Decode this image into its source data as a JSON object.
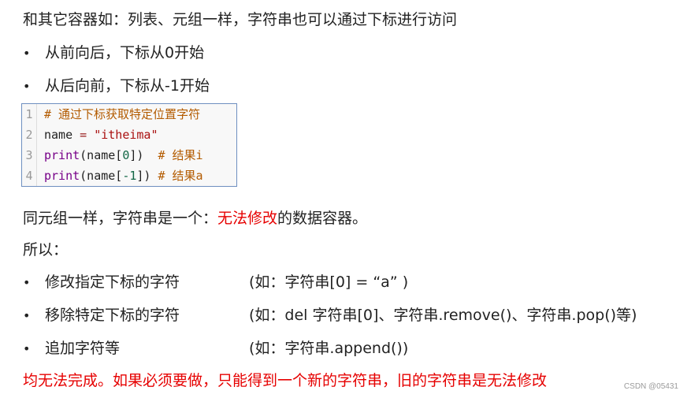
{
  "intro": "和其它容器如：列表、元组一样，字符串也可以通过下标进行访问",
  "index_bullets": [
    {
      "bullet": "•",
      "text": "从前向后，下标从0开始"
    },
    {
      "bullet": "•",
      "text": "从后向前，下标从-1开始"
    }
  ],
  "code": {
    "lines": [
      {
        "num": "1",
        "comment": "# 通过下标获取特定位置字符"
      },
      {
        "num": "2",
        "var": "name",
        "op": " = ",
        "string": "\"itheima\""
      },
      {
        "num": "3",
        "func": "print",
        "open": "(name[",
        "number": "0",
        "close": "])",
        "spaces": "  ",
        "comment": "# 结果i"
      },
      {
        "num": "4",
        "func": "print",
        "open": "(name[",
        "number": "-1",
        "close": "])",
        "spaces": " ",
        "comment": "# 结果a"
      }
    ]
  },
  "immutable": {
    "prefix": "同元组一样，字符串是一个：",
    "highlight": "无法修改",
    "suffix": "的数据容器。"
  },
  "so_label": "所以：",
  "operations": [
    {
      "bullet": "•",
      "label": "修改指定下标的字符",
      "example": "(如：字符串[0] = “a” )"
    },
    {
      "bullet": "•",
      "label": "移除特定下标的字符",
      "example": "(如：del 字符串[0]、字符串.remove()、字符串.pop()等)"
    },
    {
      "bullet": "•",
      "label": "追加字符等",
      "example": "(如：字符串.append())"
    }
  ],
  "conclusion": "均无法完成。如果必须要做，只能得到一个新的字符串，旧的字符串是无法修改",
  "watermark": "CSDN @05431"
}
